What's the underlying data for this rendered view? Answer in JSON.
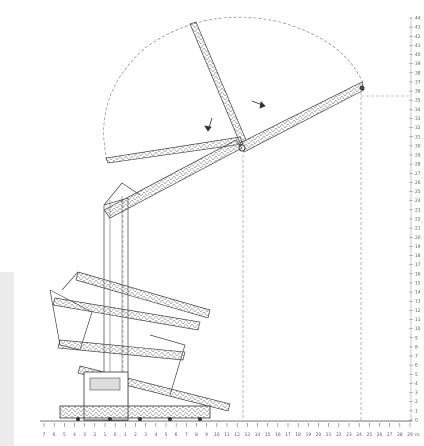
{
  "diagram": {
    "bottom_scale": {
      "labels": [
        "7",
        "6",
        "5",
        "4",
        "3",
        "2",
        "1",
        "0",
        "1",
        "2",
        "3",
        "4",
        "5",
        "6",
        "7",
        "8",
        "9",
        "10",
        "11",
        "12",
        "13",
        "14",
        "15",
        "16",
        "17",
        "18",
        "19",
        "20",
        "21",
        "22",
        "23",
        "24",
        "25",
        "26",
        "27",
        "28",
        "29"
      ],
      "unit": "m."
    },
    "right_scale": {
      "labels": [
        "0",
        "1",
        "2",
        "3",
        "4",
        "5",
        "6",
        "7",
        "8",
        "9",
        "10",
        "11",
        "12",
        "13",
        "14",
        "15",
        "16",
        "17",
        "18",
        "19",
        "20",
        "21",
        "22",
        "23",
        "24",
        "25",
        "26",
        "27",
        "28",
        "29",
        "30",
        "31",
        "32",
        "33",
        "34",
        "35",
        "36",
        "37",
        "38",
        "39",
        "40",
        "41",
        "42",
        "43",
        "44"
      ]
    }
  }
}
